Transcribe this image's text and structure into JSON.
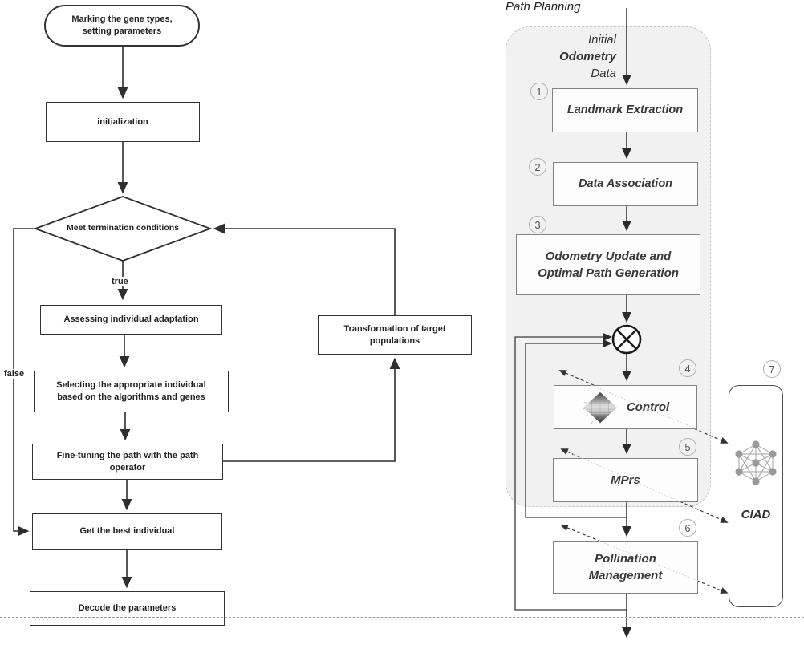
{
  "left_flowchart": {
    "start": "Marking the gene types,\nsetting parameters",
    "initialization": "initialization",
    "decision": "Meet termination conditions",
    "branch_true": "true",
    "branch_false": "false",
    "assess": "Assessing individual adaptation",
    "select": "Selecting the appropriate individual\nbased on the algorithms and genes",
    "finetune": "Fine-tuning the path with the path\noperator",
    "get_best": "Get the best individual",
    "decode": "Decode the parameters",
    "transform": "Transformation of target\npopulations"
  },
  "right_flowchart": {
    "title": "Path Planning",
    "input_line1": "Initial",
    "input_line2": "Odometry",
    "input_line3": "Data",
    "steps": [
      {
        "num": "1",
        "label": "Landmark Extraction"
      },
      {
        "num": "2",
        "label": "Data Association"
      },
      {
        "num": "3",
        "label": "Odometry Update and\nOptimal Path Generation"
      },
      {
        "num": "4",
        "label": "Control"
      },
      {
        "num": "5",
        "label": "MPrs"
      },
      {
        "num": "6",
        "label": "Pollination\nManagement"
      },
      {
        "num": "7",
        "label": "CIAD"
      }
    ],
    "junction": "multiply-junction",
    "icons": {
      "control": "surface-plot-icon",
      "ciad": "neural-network-icon"
    }
  },
  "colors": {
    "left_line": "#2f2f2f",
    "right_line": "#2a2a2a",
    "right_box_border": "#828282",
    "container_fill": "#f1f1f1",
    "container_border": "#c4c4c4",
    "dashed_separator": "#9c9c9c",
    "circled_number": "#555555"
  }
}
